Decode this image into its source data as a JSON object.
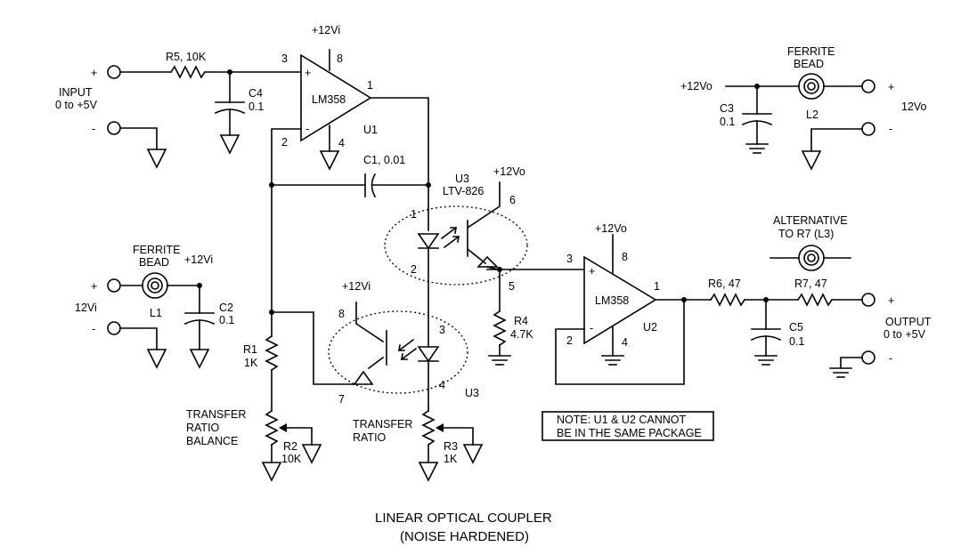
{
  "title": "LINEAR OPTICAL COUPLER",
  "subtitle": "(NOISE HARDENED)",
  "input": {
    "plus": "+",
    "minus": "-",
    "label_1": "INPUT",
    "label_2": "0 to +5V"
  },
  "output": {
    "plus": "+",
    "minus": "-",
    "label_1": "OUTPUT",
    "label_2": "0 to +5V"
  },
  "supply_in": {
    "plus": "+",
    "minus": "-",
    "label": "12Vi",
    "rail": "+12Vi",
    "ferrite_1": "FERRITE",
    "ferrite_2": "BEAD",
    "inductor": "L1",
    "cap": "C2",
    "cap_value": "0.1"
  },
  "supply_out": {
    "plus": "+",
    "minus": "-",
    "label": "12Vo",
    "rail": "+12Vo",
    "ferrite_1": "FERRITE",
    "ferrite_2": "BEAD",
    "inductor": "L2",
    "cap": "C3",
    "cap_value": "0.1"
  },
  "u1": {
    "part": "LM358",
    "ref": "U1",
    "pin_plus": "+",
    "pin_minus": "-",
    "pin3": "3",
    "pin2": "2",
    "pin1": "1",
    "pin8": "8",
    "pin4": "4",
    "rail": "+12Vi"
  },
  "u2": {
    "part": "LM358",
    "ref": "U2",
    "pin_plus": "+",
    "pin_minus": "-",
    "pin3": "3",
    "pin2": "2",
    "pin1": "1",
    "pin8": "8",
    "pin4": "4",
    "rail": "+12Vo"
  },
  "u3": {
    "ref_top": "U3",
    "part": "LTV-826",
    "ref_bottom": "U3",
    "pin1": "1",
    "pin2": "2",
    "pin6": "6",
    "pin5": "5",
    "pin8": "8",
    "pin7": "7",
    "pin3": "3",
    "pin4": "4",
    "rail_top": "+12Vo",
    "rail_bottom": "+12Vi"
  },
  "r5": "R5, 10K",
  "c4": {
    "ref": "C4",
    "value": "0.1"
  },
  "c1": "C1, 0.01",
  "r4": {
    "ref": "R4",
    "value": "4.7K"
  },
  "r1": {
    "ref": "R1",
    "value": "1K"
  },
  "r2": {
    "ref": "R2",
    "value": "10K",
    "label_1": "TRANSFER",
    "label_2": "RATIO",
    "label_3": "BALANCE"
  },
  "r3": {
    "ref": "R3",
    "value": "1K",
    "label_1": "TRANSFER",
    "label_2": "RATIO"
  },
  "r6": "R6, 47",
  "r7": "R7, 47",
  "c5": {
    "ref": "C5",
    "value": "0.1"
  },
  "alternative": {
    "line_1": "ALTERNATIVE",
    "line_2": "TO R7 (L3)"
  },
  "note": {
    "line_1": "NOTE:  U1 & U2 CANNOT",
    "line_2": "BE IN THE SAME PACKAGE"
  }
}
